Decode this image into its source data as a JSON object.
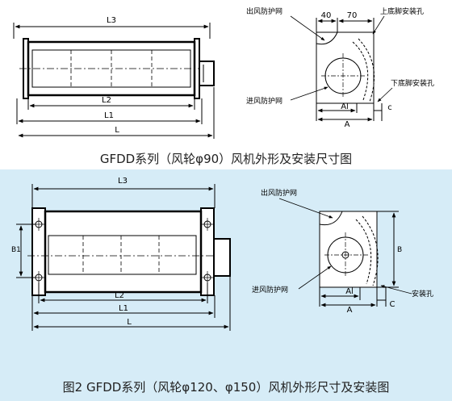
{
  "figure1": {
    "caption": "GFDD系列（风轮φ90）风机外形及安装尺寸图",
    "dims": {
      "L3": "L3",
      "L2": "L2",
      "L1": "L1",
      "L": "L",
      "d40": "40",
      "d70": "70",
      "A1": "Al",
      "A": "A",
      "C": "c"
    },
    "labels": {
      "outlet_guard": "出风防护网",
      "inlet_guard": "进风防护网",
      "upper_foot": "上底脚安装孔",
      "lower_foot": "下底脚安装孔"
    }
  },
  "figure2": {
    "caption": "图2 GFDD系列（风轮φ120、φ150）风机外形尺寸及安装图",
    "dims": {
      "L3": "L3",
      "B1": "B1",
      "L2": "L2",
      "L1": "L1",
      "L": "L",
      "B": "B",
      "A1": "Al",
      "A": "A",
      "C": "C"
    },
    "labels": {
      "outlet_guard": "出风防护网",
      "inlet_guard": "进风防护网",
      "mount_hole": "安装孔"
    }
  },
  "colors": {
    "top_background": "#ffffff",
    "bottom_background": "#d6ecf7",
    "line": "#000000"
  }
}
